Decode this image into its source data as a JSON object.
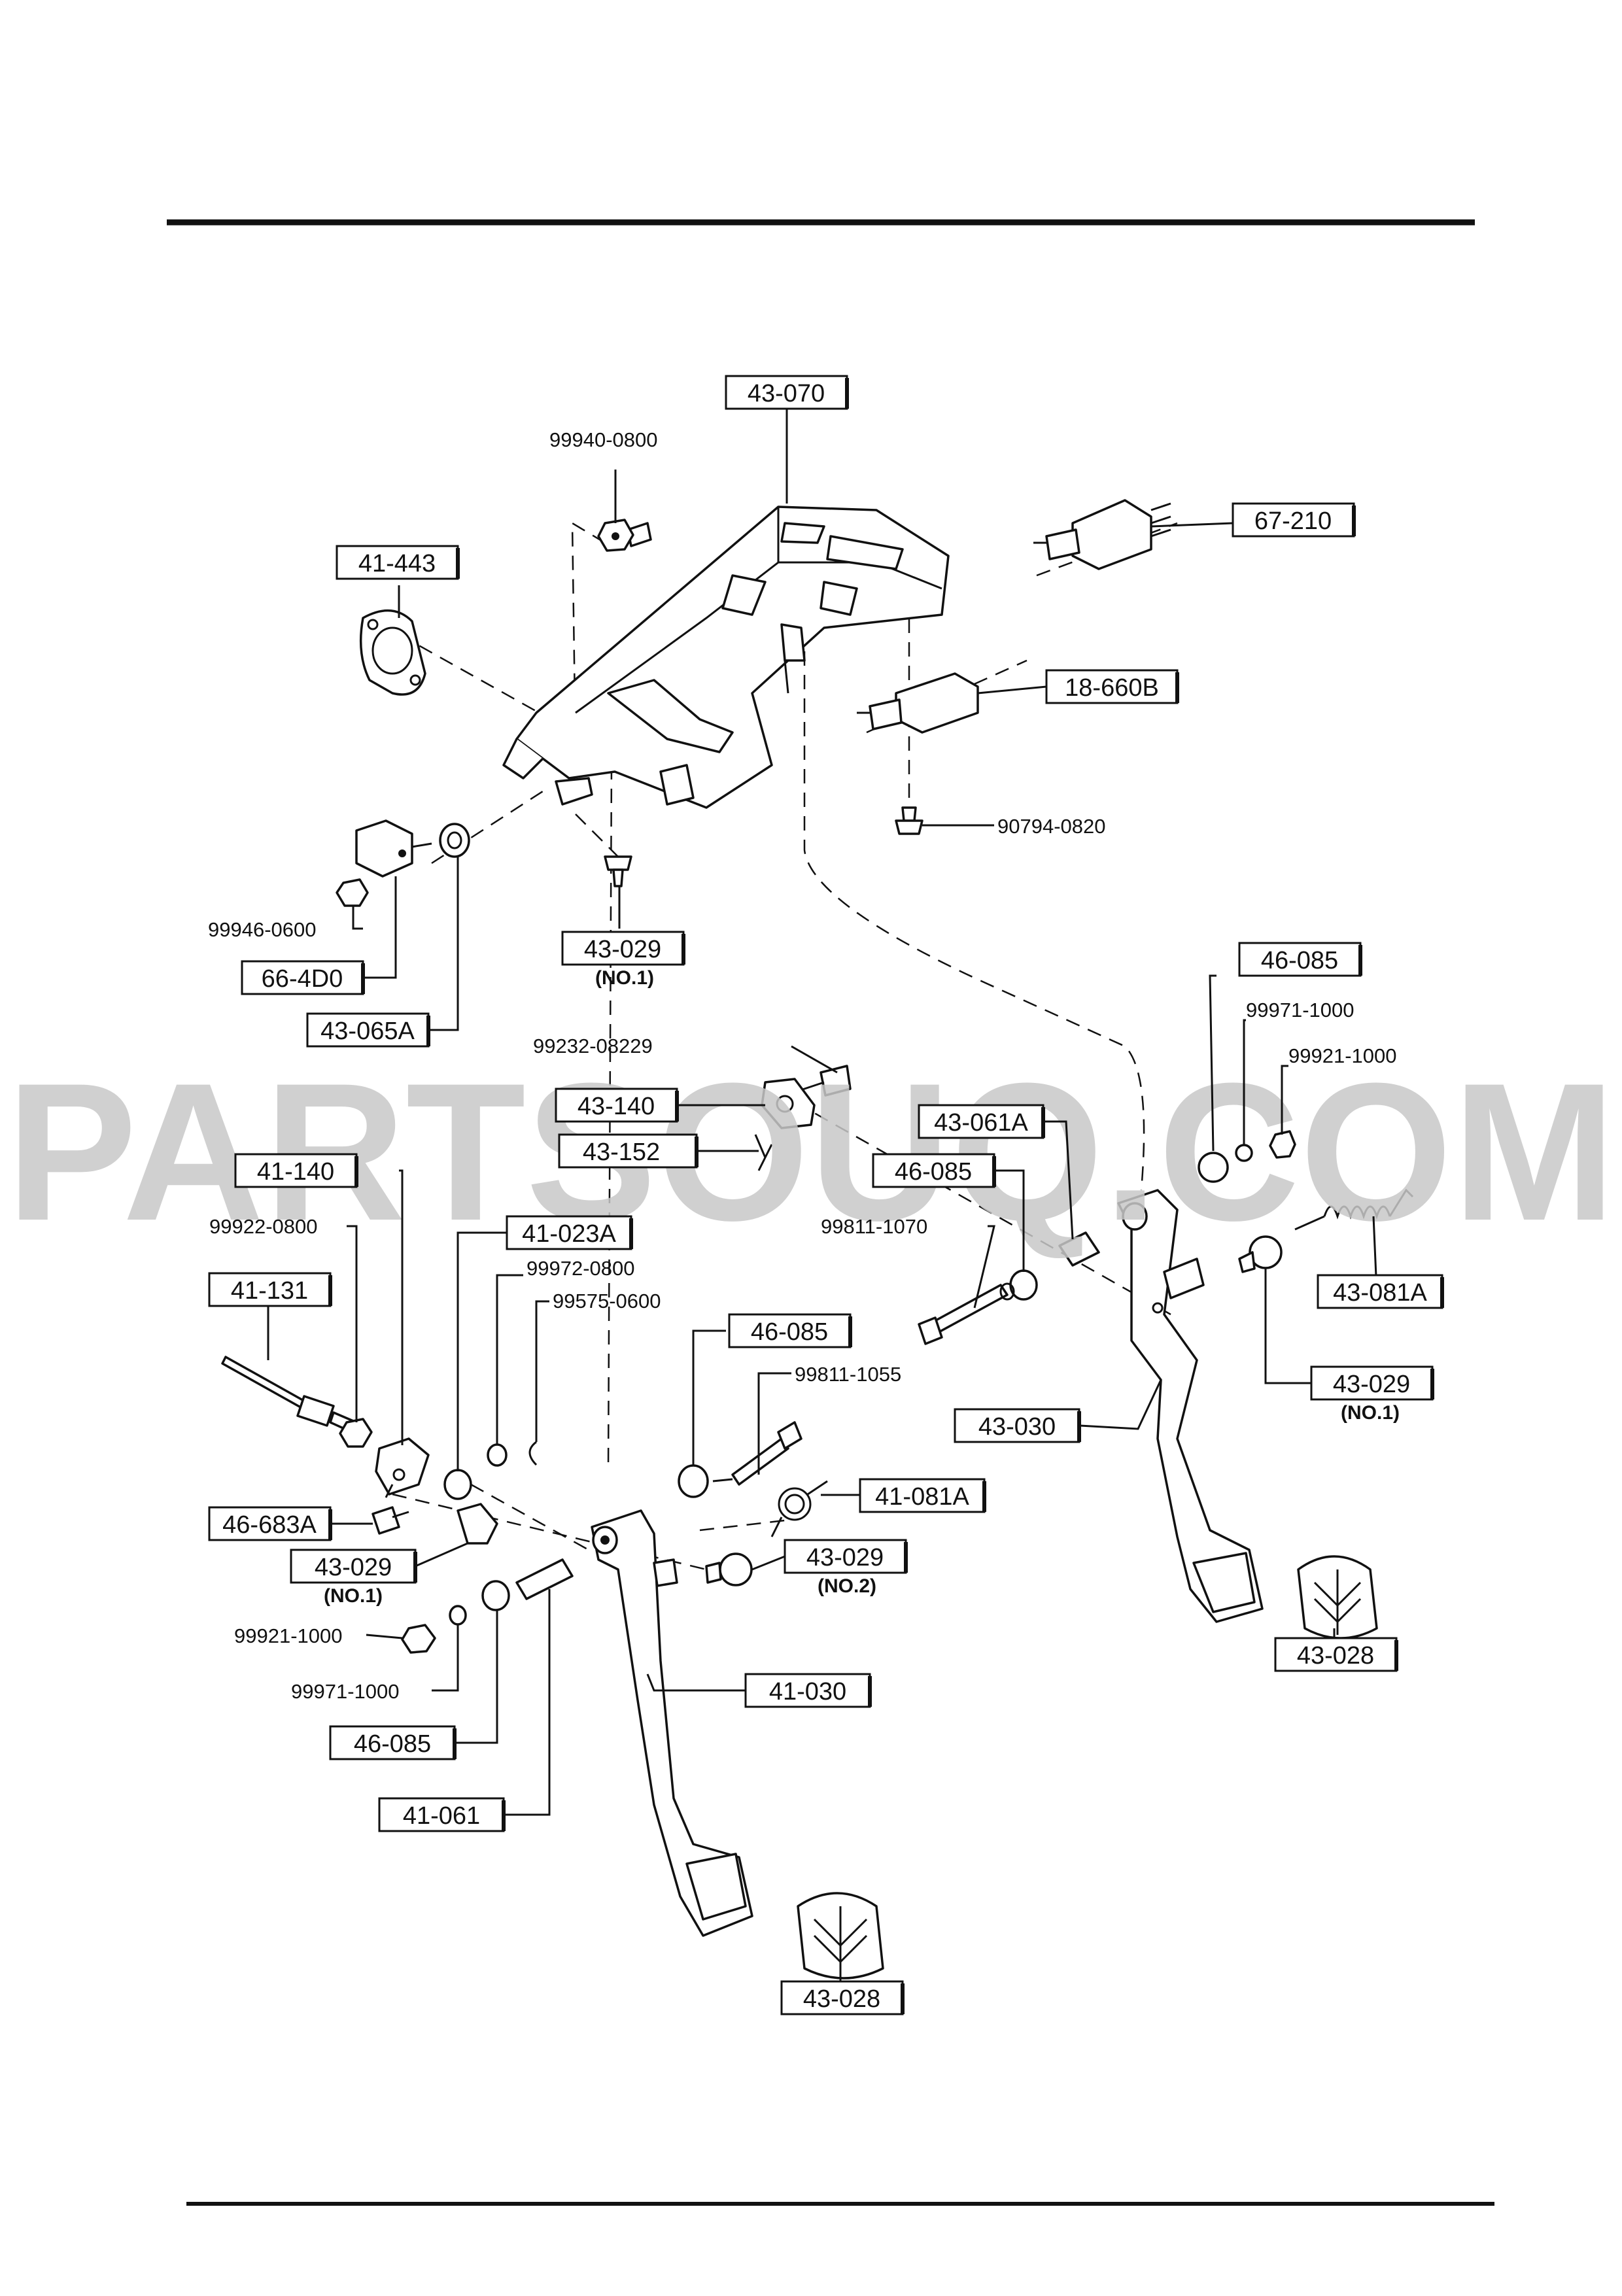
{
  "watermark": "PARTSOUQ.COM",
  "labels": {
    "p43_070": "43-070",
    "p99940_0800": "99940-0800",
    "p67_210": "67-210",
    "p41_443": "41-443",
    "p18_660B": "18-660B",
    "p90794_0820": "90794-0820",
    "p99946_0600": "99946-0600",
    "p66_4D0": "66-4D0",
    "p43_065A": "43-065A",
    "p43_029_top": "43-029",
    "no1_top": "(NO.1)",
    "p46_085_a": "46-085",
    "p99971_1000_a": "99971-1000",
    "p99921_1000_a": "99921-1000",
    "p99232_08229": "99232-08229",
    "p43_140": "43-140",
    "p43_061A": "43-061A",
    "p43_152": "43-152",
    "p46_085_b": "46-085",
    "p41_140": "41-140",
    "p41_023A": "41-023A",
    "p99811_1070": "99811-1070",
    "p99922_0800": "99922-0800",
    "p99972_0800": "99972-0800",
    "p43_081A": "43-081A",
    "p41_131": "41-131",
    "p99575_0600": "99575-0600",
    "p46_085_c": "46-085",
    "p43_029_right": "43-029",
    "no1_right": "(NO.1)",
    "p99811_1055": "99811-1055",
    "p43_030": "43-030",
    "p41_081A": "41-081A",
    "p46_683A": "46-683A",
    "p43_029_left": "43-029",
    "no1_left": "(NO.1)",
    "p43_029_no2": "43-029",
    "no2": "(NO.2)",
    "p99921_1000_b": "99921-1000",
    "p43_028_right": "43-028",
    "p99971_1000_b": "99971-1000",
    "p41_030": "41-030",
    "p46_085_d": "46-085",
    "p41_061": "41-061",
    "p43_028_bottom": "43-028"
  }
}
